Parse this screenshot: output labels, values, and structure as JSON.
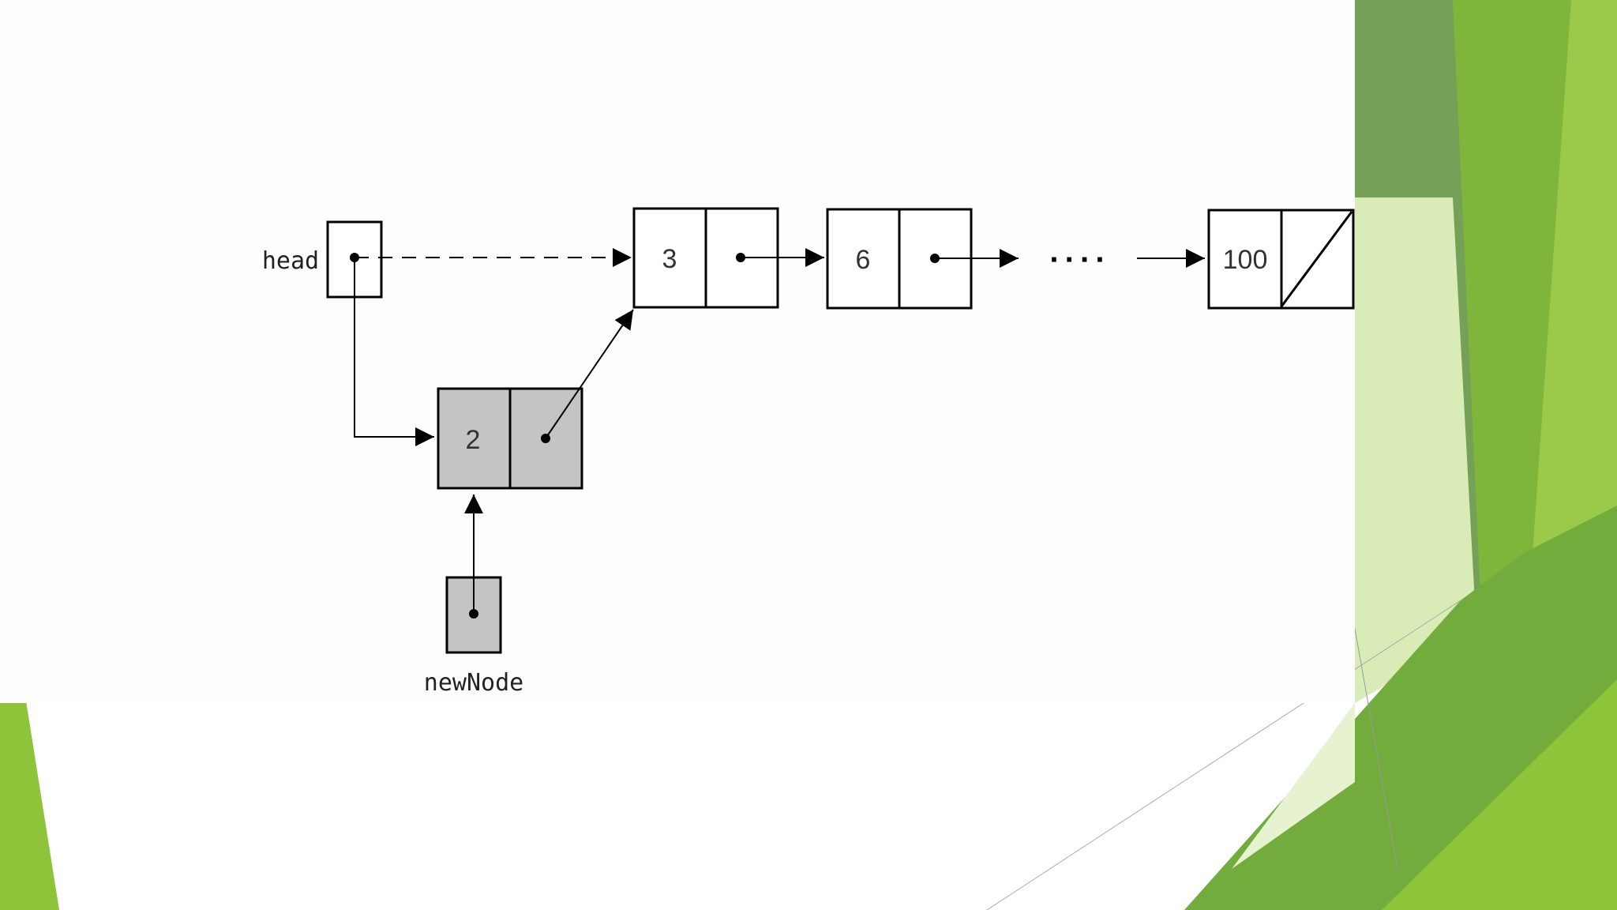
{
  "diagram": {
    "head_label": "head",
    "new_node_label": "newNode",
    "new_node_value": "2",
    "list_values": [
      "3",
      "6",
      "100"
    ],
    "ellipsis": "····",
    "node_fill_new": "#c4c4c4",
    "node_fill_list": "#ffffff",
    "stroke_color": "#000000"
  },
  "theme": {
    "accent_light": "#8dc43a",
    "accent_mid": "#72ac3d",
    "accent_dark": "#5d8f3b",
    "accent_pale": "#d9ecb8"
  }
}
